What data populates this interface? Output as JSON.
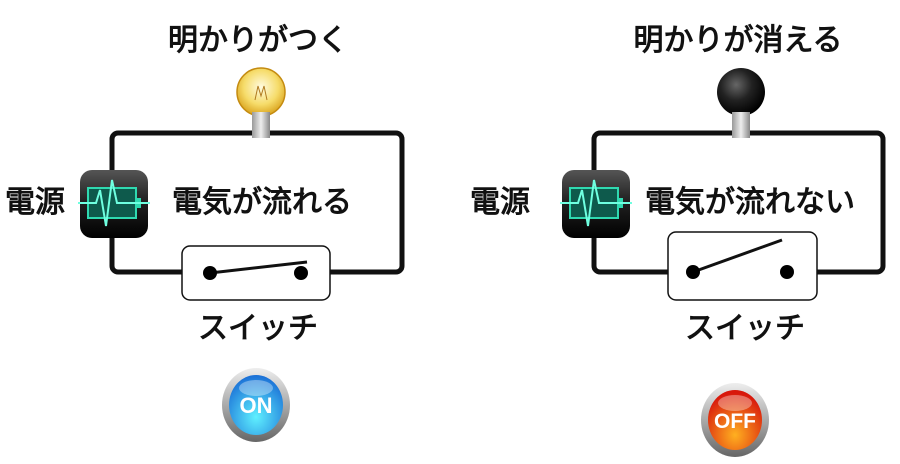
{
  "left_panel": {
    "title": "明かりがつく",
    "power_label": "電源",
    "flow_label": "電気が流れる",
    "switch_label": "スイッチ",
    "button_label": "ON",
    "bulb_state": "lit",
    "switch_state": "closed",
    "button_color": "#2a9de8"
  },
  "right_panel": {
    "title": "明かりが消える",
    "power_label": "電源",
    "flow_label": "電気が流れない",
    "switch_label": "スイッチ",
    "button_label": "OFF",
    "bulb_state": "off",
    "switch_state": "open",
    "button_color": "#e83a1a"
  }
}
